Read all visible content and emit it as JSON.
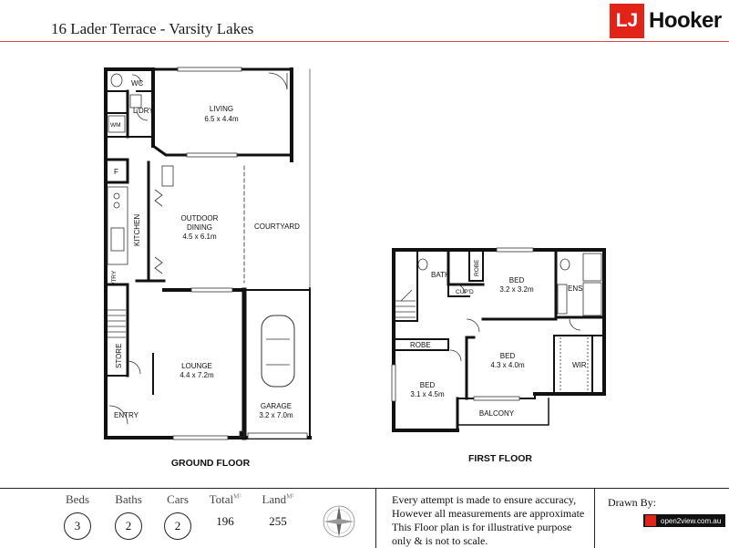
{
  "header": {
    "title": "16 Lader Terrace - Varsity Lakes",
    "logo": {
      "mark": "LJ",
      "text": "Hooker"
    },
    "accent": "#e2231a"
  },
  "ground_floor": {
    "label": "GROUND FLOOR",
    "rooms": {
      "wc": "WC",
      "ldry": "L'DRY",
      "wm": "WM",
      "living": "LIVING",
      "living_dim": "6.5 x 4.4m",
      "f": "F",
      "kitchen": "KITCHEN",
      "outdoor": "OUTDOOR",
      "dining": "DINING",
      "dining_dim": "4.5 x 6.1m",
      "courtyard": "COURTYARD",
      "ptry": "PTRY",
      "store": "STORE",
      "lounge": "LOUNGE",
      "lounge_dim": "4.4 x 7.2m",
      "garage": "GARAGE",
      "garage_dim": "3.2 x 7.0m",
      "entry": "ENTRY"
    }
  },
  "first_floor": {
    "label": "FIRST FLOOR",
    "rooms": {
      "bath": "BATH",
      "robe1": "ROBE",
      "bed1": "BED",
      "bed1_dim": "3.2 x 3.2m",
      "ens": "ENS",
      "cupd": "CUP'D",
      "robe2": "ROBE",
      "bed2": "BED",
      "bed2_dim": "4.3 x 4.0m",
      "wir": "WIR",
      "bed3": "BED",
      "bed3_dim": "3.1 x 4.5m",
      "balcony": "BALCONY"
    }
  },
  "footer": {
    "beds": {
      "label": "Beds",
      "value": "3"
    },
    "baths": {
      "label": "Baths",
      "value": "2"
    },
    "cars": {
      "label": "Cars",
      "value": "2"
    },
    "total": {
      "label": "Total",
      "unit": "M²",
      "value": "196"
    },
    "land": {
      "label": "Land",
      "unit": "M²",
      "value": "255"
    },
    "disclaimer": [
      "Every attempt is made to ensure accuracy,",
      "However all measurements are approximate",
      "This Floor plan is for illustrative purpose",
      "only & is not to scale."
    ],
    "drawn_by": "Drawn By:",
    "drawn_brand": "open2view.com.au"
  }
}
